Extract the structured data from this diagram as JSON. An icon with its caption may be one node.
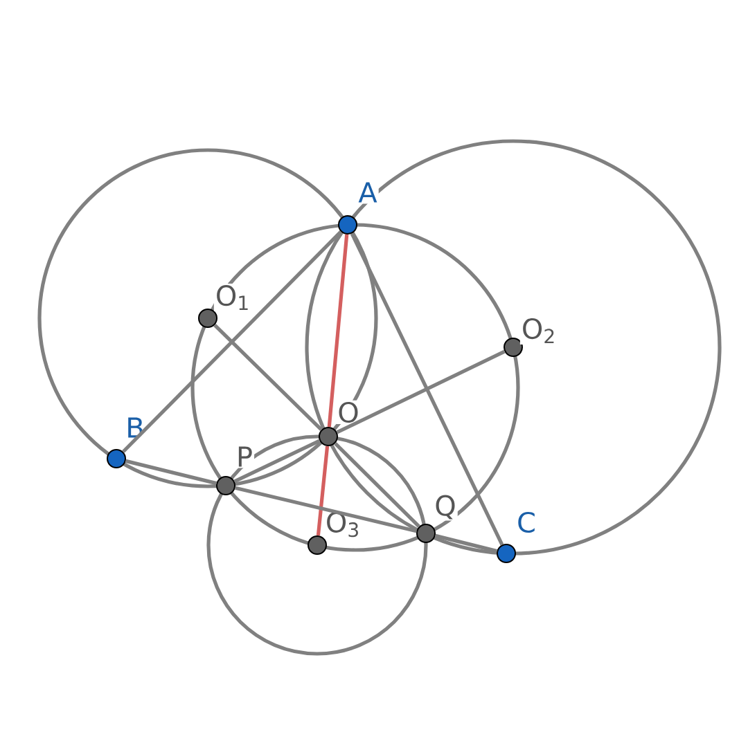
{
  "diagram": {
    "nodes": [
      {
        "text": [],
        "shape": "circle",
        "beside": [
          "A"
        ]
      },
      {
        "text": [],
        "shape": "circle",
        "beside": [
          "B"
        ]
      },
      {
        "text": [],
        "shape": "circle",
        "beside": [
          "C"
        ]
      },
      {
        "text": [],
        "shape": "circle",
        "beside": [
          "O$_{1}$"
        ]
      },
      {
        "text": [],
        "shape": "circle",
        "beside": [
          "O$_{2}$"
        ]
      },
      {
        "text": [],
        "shape": "circle",
        "beside": [
          "O"
        ]
      },
      {
        "text": [],
        "shape": "circle",
        "beside": [
          "P"
        ]
      },
      {
        "text": [],
        "shape": "circle",
        "beside": [
          "Q"
        ]
      },
      {
        "text": [],
        "shape": "circle",
        "beside": [
          "O$_{3}$"
        ]
      }
    ],
    "edges": [
      {
        "from": 0,
        "to": 1,
        "arrow": "none"
      },
      {
        "from": 0,
        "to": 2,
        "arrow": "none"
      },
      {
        "from": 0,
        "to": 5,
        "arrow": "none",
        "color": "#d45f5f"
      },
      {
        "from": 5,
        "to": 8,
        "arrow": "none",
        "color": "#d45f5f"
      },
      {
        "from": 3,
        "to": 5,
        "arrow": "none"
      },
      {
        "from": 5,
        "to": 7,
        "arrow": "none"
      },
      {
        "from": 4,
        "to": 5,
        "arrow": "none"
      },
      {
        "from": 5,
        "to": 6,
        "arrow": "none"
      },
      {
        "from": 1,
        "to": 6,
        "arrow": "none"
      },
      {
        "from": 6,
        "to": 7,
        "arrow": "none"
      },
      {
        "from": 7,
        "to": 2,
        "arrow": "none"
      }
    ]
  }
}
